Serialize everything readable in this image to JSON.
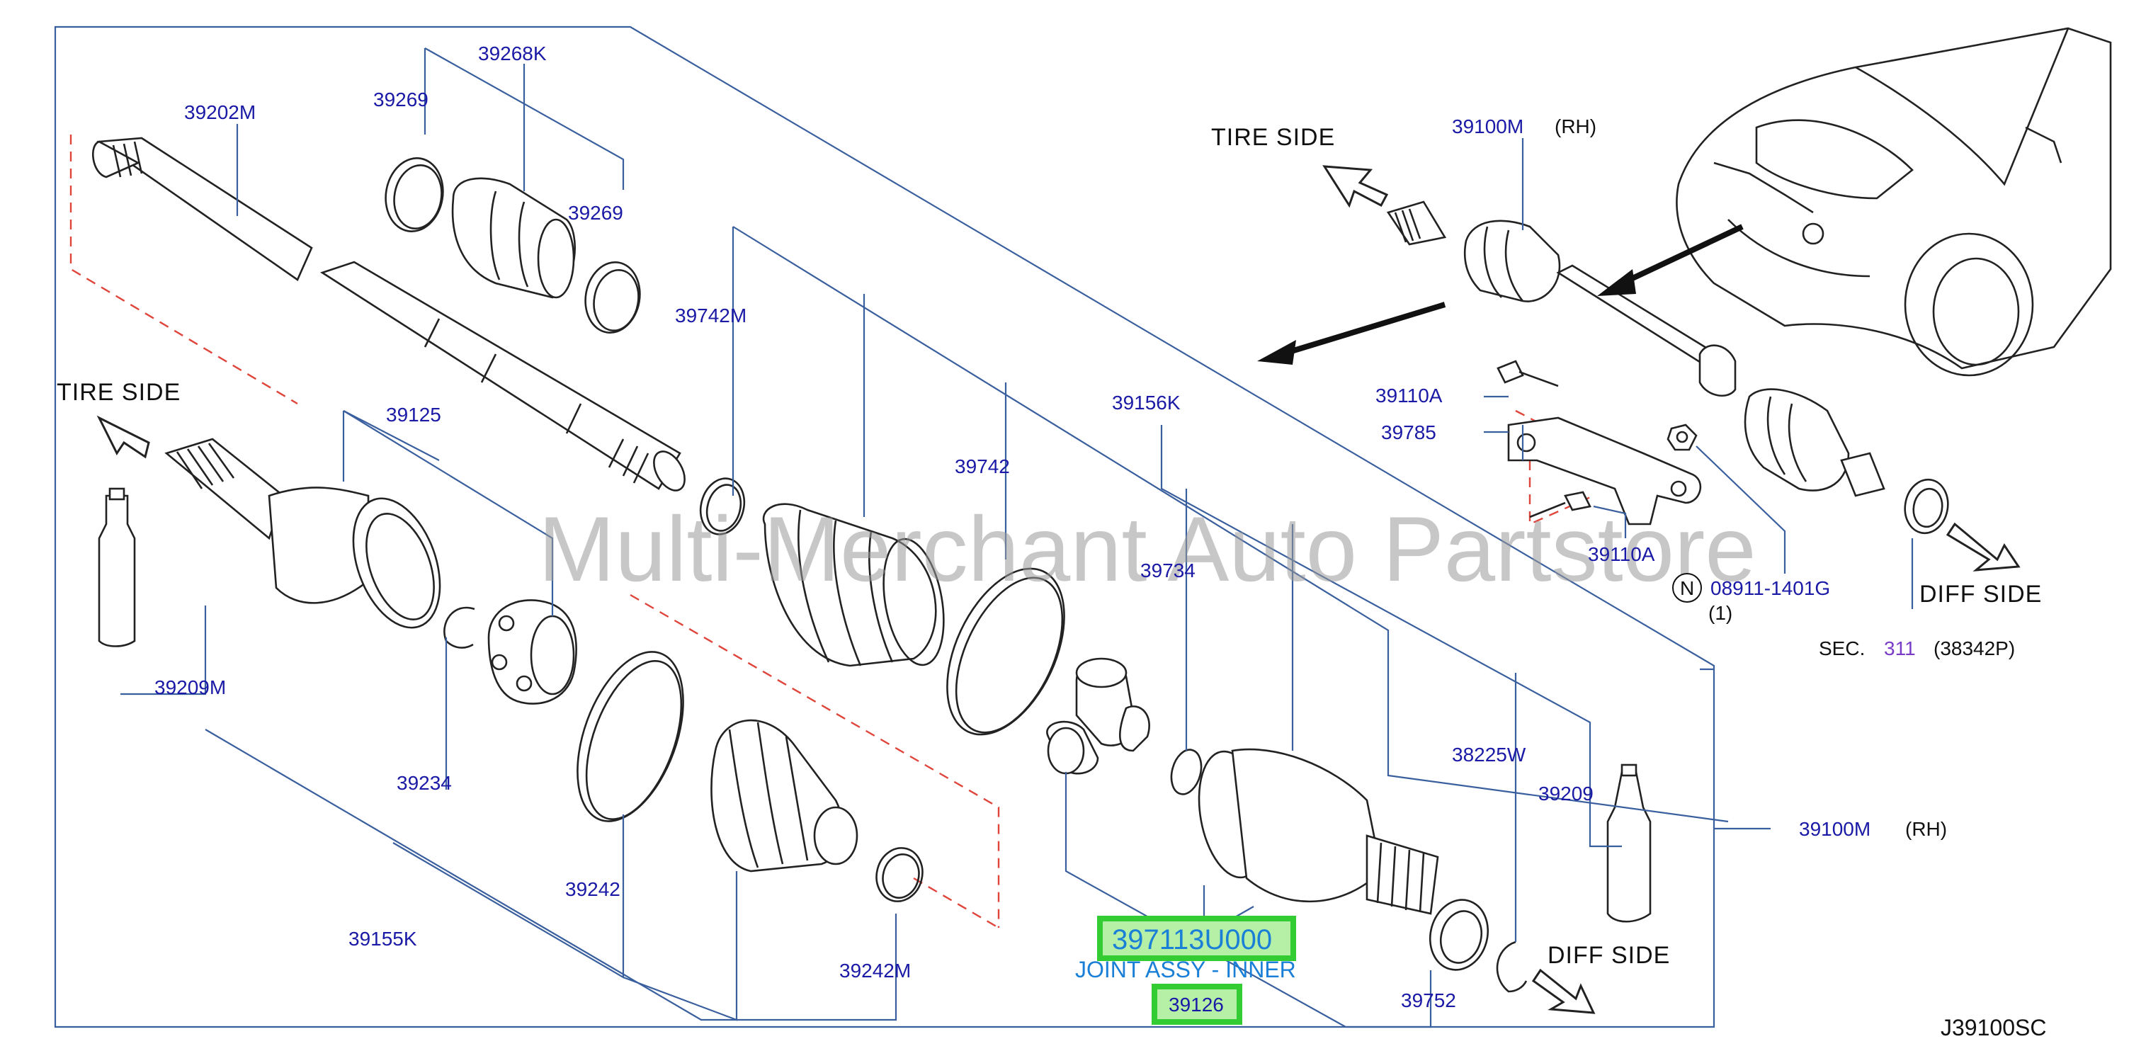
{
  "watermark": "Multi-Merchant Auto Partstore",
  "diagram_code": "J39100SC",
  "side_labels": {
    "tire_side_left": "TIRE   SIDE",
    "tire_side_right": "TIRE   SIDE",
    "diff_side_right": "DIFF   SIDE",
    "diff_side_bottom": "DIFF   SIDE"
  },
  "highlight": {
    "part_number": "397113U000",
    "description": "JOINT ASSY - INNER",
    "ref": "39126"
  },
  "callouts": {
    "c39268K": "39268K",
    "c39202M": "39202M",
    "c39269a": "39269",
    "c39269b": "39269",
    "c39742M": "39742M",
    "c39125": "39125",
    "c39742": "39742",
    "c39156K": "39156K",
    "c39734": "39734",
    "c39209M": "39209M",
    "c39234": "39234",
    "c39242": "39242",
    "c39155K": "39155K",
    "c39242M": "39242M",
    "c38225W": "38225W",
    "c39209": "39209",
    "c39100M_bottom": "39100M",
    "c39100M_bottom_rh": "(RH)",
    "c39752": "39752",
    "c39100M_top": "39100M",
    "c39100M_top_rh": "(RH)",
    "c39110A_a": "39110A",
    "c39785": "39785",
    "c39110A_b": "39110A",
    "c08911": "08911-1401G",
    "c08911_n": "N",
    "c08911_qty": "(1)",
    "sec_label": "SEC.",
    "sec_num": "311",
    "sec_ref": "(38342P)"
  },
  "colors": {
    "callout_text": "#1a1aa6",
    "leader_line": "#3a5f9e",
    "dashed_line": "#e0453b",
    "highlight_fill": "#b6f0a6",
    "highlight_border": "#33cc33",
    "highlight_text": "#1a7fd6"
  }
}
